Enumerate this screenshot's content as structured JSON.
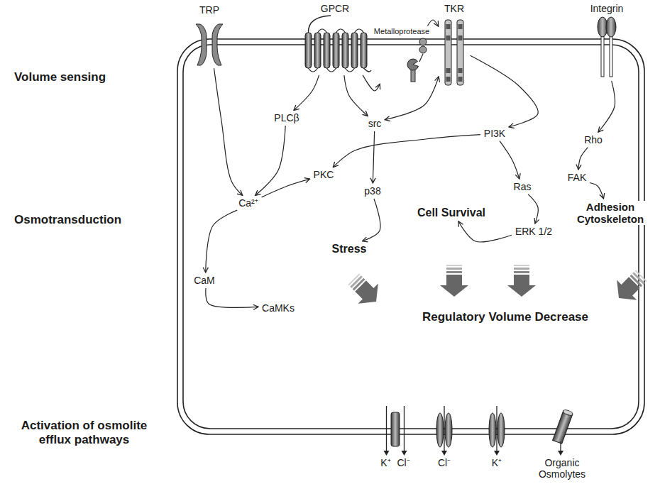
{
  "diagram": {
    "nodes": [
      {
        "text": [
          "TRP"
        ]
      },
      {
        "text": [
          "GPCR"
        ]
      },
      {
        "text": [
          "Metalloprotease"
        ]
      },
      {
        "text": [
          "TKR"
        ]
      },
      {
        "text": [
          "Integrin"
        ]
      },
      {
        "text": [
          "PLCβ"
        ]
      },
      {
        "text": [
          "src"
        ]
      },
      {
        "text": [
          "PI3K"
        ]
      },
      {
        "text": [
          "Rho"
        ]
      },
      {
        "text": [
          "PKC"
        ]
      },
      {
        "text": [
          "p38"
        ]
      },
      {
        "text": [
          "Ras"
        ]
      },
      {
        "text": [
          "FAK"
        ]
      },
      {
        "text": [
          "Ca²⁺"
        ]
      },
      {
        "text": [
          "Cell Survival"
        ]
      },
      {
        "text": [
          "ERK 1/2"
        ]
      },
      {
        "text": [
          "Adhesion Cytoskeleton"
        ]
      },
      {
        "text": [
          "Stress"
        ]
      },
      {
        "text": [
          "CaM"
        ]
      },
      {
        "text": [
          "CaMKs"
        ]
      },
      {
        "text": [
          "K⁺",
          "Cl⁻"
        ]
      },
      {
        "text": [
          "Cl⁻"
        ]
      },
      {
        "text": [
          "K⁺"
        ]
      },
      {
        "text": [
          "Organic Osmolytes"
        ]
      }
    ],
    "edges": [
      {
        "from": 0,
        "to": 13,
        "arrow": "to"
      },
      {
        "from": 1,
        "to": 5,
        "arrow": "to"
      },
      {
        "from": 1,
        "to": 6,
        "arrow": "to"
      },
      {
        "from": 1,
        "to": 2,
        "arrow": "to"
      },
      {
        "from": 2,
        "to": 3,
        "arrow": "to"
      },
      {
        "from": 6,
        "to": 3,
        "arrow": "both"
      },
      {
        "from": 3,
        "to": 7,
        "arrow": "to"
      },
      {
        "from": 5,
        "to": 13,
        "arrow": "to"
      },
      {
        "from": 13,
        "to": 9,
        "arrow": "to"
      },
      {
        "from": 7,
        "to": 9,
        "arrow": "to"
      },
      {
        "from": 6,
        "to": 10,
        "arrow": "to"
      },
      {
        "from": 10,
        "to": 17,
        "arrow": "to"
      },
      {
        "from": 7,
        "to": 11,
        "arrow": "to"
      },
      {
        "from": 11,
        "to": 15,
        "arrow": "to"
      },
      {
        "from": 15,
        "to": 14,
        "arrow": "to"
      },
      {
        "from": 4,
        "to": 8,
        "arrow": "to"
      },
      {
        "from": 8,
        "to": 12,
        "arrow": "to"
      },
      {
        "from": 12,
        "to": 16,
        "arrow": "to"
      },
      {
        "from": 13,
        "to": 18,
        "arrow": "to"
      },
      {
        "from": 18,
        "to": 19,
        "arrow": "to"
      }
    ],
    "labels": [
      "Volume sensing",
      "Osmotransduction",
      "Activation of osmolite efflux pathways",
      "Regulatory Volume Decrease"
    ]
  }
}
